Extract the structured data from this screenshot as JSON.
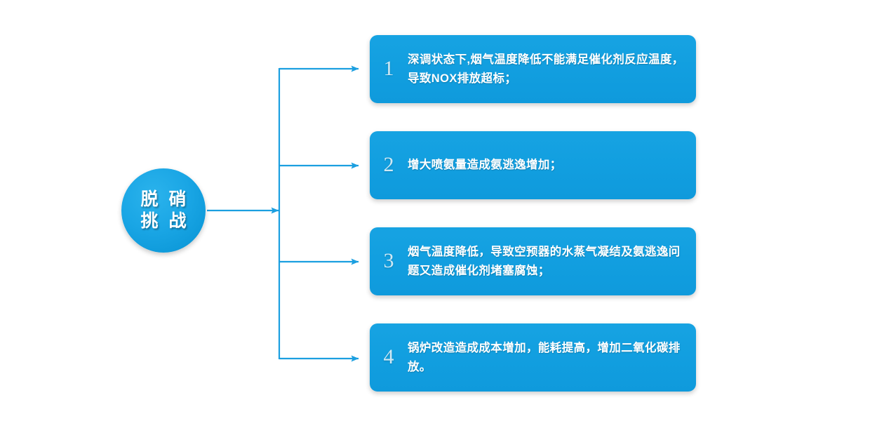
{
  "diagram": {
    "hub": {
      "line1": "脱 硝",
      "line2": "挑 战",
      "color": "#0f9ade"
    },
    "connector": {
      "color": "#1b9fe0",
      "icon": "arrow-right-icon"
    },
    "items": [
      {
        "number": "1",
        "text": "深调状态下,烟气温度降低不能满足催化剂反应温度，导致NOX排放超标；",
        "color": "#129fe0"
      },
      {
        "number": "2",
        "text": "增大喷氨量造成氨逃逸增加；",
        "color": "#129fe0"
      },
      {
        "number": "3",
        "text": "烟气温度降低，导致空预器的水蒸气凝结及氨逃逸问题又造成催化剂堵塞腐蚀；",
        "color": "#129fe0"
      },
      {
        "number": "4",
        "text": "锅炉改造造成成本增加，能耗提高，增加二氧化碳排放。",
        "color": "#129fe0"
      }
    ]
  }
}
